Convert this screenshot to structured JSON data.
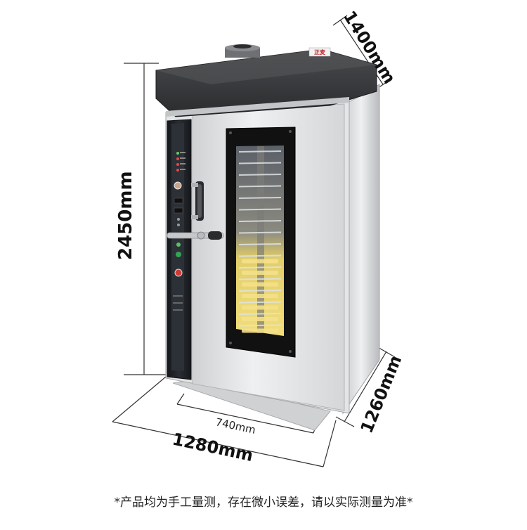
{
  "dimensions": {
    "height": "2450mm",
    "depth_top": "1400mm",
    "depth_side": "1260mm",
    "width_total": "1280mm",
    "width_door": "740mm"
  },
  "brand_badge": "正麦",
  "disclaimer": "*产品均为手工量测，存在微小误差，请以实际测量为准*",
  "colors": {
    "hood": "#3a3b3d",
    "steel": "#d9dbdd",
    "glow": "#e8d46a",
    "panel": "#1d1f24"
  }
}
